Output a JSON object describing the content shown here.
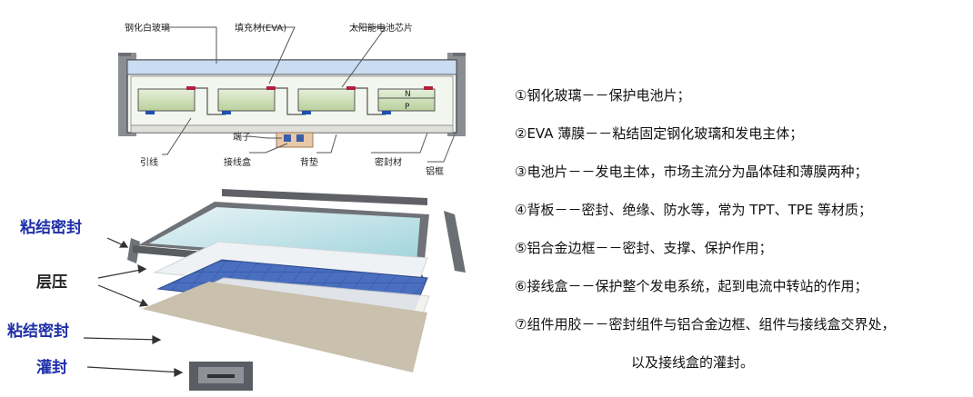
{
  "cross_section": {
    "glass": "钢化白玻璃",
    "eva": "填充材(EVA)",
    "cells": "太阳能电池芯片",
    "n_layer": "N",
    "p_layer": "P",
    "terminal": "端子",
    "lead": "引线",
    "junction_box": "接线盒",
    "backsheet": "背垫",
    "sealant": "密封材",
    "frame": "铝框"
  },
  "exploded": {
    "bond_top": "粘结密封",
    "laminate": "层压",
    "bond_bottom": "粘结密封",
    "potting": "灌封"
  },
  "descriptions": [
    "①钢化玻璃－－保护电池片；",
    "②EVA 薄膜－－粘结固定钢化玻璃和发电主体；",
    "③电池片－－发电主体，市场主流分为晶体硅和薄膜两种；",
    "④背板－－密封、绝缘、防水等，常为 TPT、TPE 等材质；",
    "⑤铝合金边框－－密封、支撑、保护作用；",
    "⑥接线盒－－保护整个发电系统，起到电流中转站的作用；",
    "⑦组件用胶－－密封组件与铝合金边框、组件与接线盒交界处，",
    "以及接线盒的灌封。"
  ],
  "colors": {
    "glass": "#c9dcf2",
    "cell_top": "#e2efd6",
    "cell_bottom": "#bfd3a4",
    "frame": "#7a7d82",
    "solar_cell": "#3c5fae",
    "label_blue": "#1f2fa8"
  }
}
